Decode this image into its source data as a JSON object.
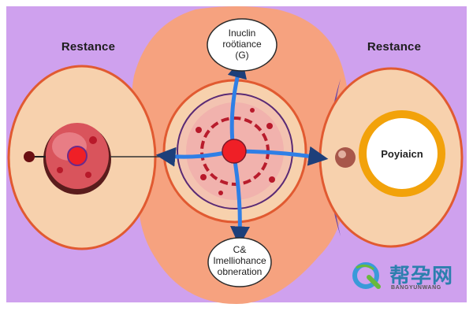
{
  "labels": {
    "left_title": "Restance",
    "right_title": "Restance",
    "top_bubble": [
      "Inuclin",
      "roötiance",
      "(G)"
    ],
    "bottom_bubble": [
      "C&",
      "Imelliohance",
      "obneration"
    ],
    "right_inner": "Poyiaicn"
  },
  "watermark": {
    "brand": "帮孕网",
    "sub": "BANGYUNWANG"
  },
  "colors": {
    "background": "#cfa1ee",
    "center_blob": "#f6a27f",
    "side_cell_fill": "#f7d1ad",
    "side_cell_stroke": "#e15a31",
    "arrow": "#2f7fe6",
    "core": "#ef1f26",
    "ring": "#f2a20a"
  }
}
